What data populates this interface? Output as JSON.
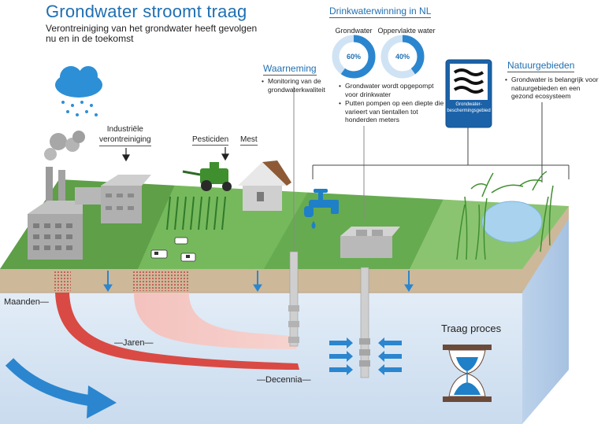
{
  "header": {
    "title": "Grondwater stroomt traag",
    "subtitle_line1": "Verontreiniging van het grondwater heeft gevolgen",
    "subtitle_line2": "nu en in de toekomst"
  },
  "pollution": {
    "industry_line1": "Industriële",
    "industry_line2": "verontreiniging",
    "pesticides": "Pesticiden",
    "manure": "Mest"
  },
  "observation": {
    "title": "Waarneming",
    "bullet_line1": "Monitoring van de",
    "bullet_line2": "grondwaterkwaliteit"
  },
  "drinking_water": {
    "title": "Drinkwaterwinning in NL",
    "donut_groundwater_label": "Grondwater",
    "donut_surface_label": "Oppervlakte water",
    "bullets": [
      "Grondwater wordt opgepompt voor drinkwater",
      "Putten pompen op een diepte die varieert van tientallen tot honderden meters"
    ]
  },
  "donut_values": {
    "groundwater": 60,
    "surface": 40
  },
  "donut_text": {
    "groundwater": "60%",
    "surface": "40%"
  },
  "sign": {
    "line1": "Grondwater-",
    "line2": "beschermingsgebied"
  },
  "nature": {
    "title": "Natuurgebieden",
    "bullet": "Grondwater is belangrijk voor natuurgebieden en een gezond ecosysteem"
  },
  "timescales": {
    "months": "Maanden",
    "years": "Jaren",
    "decades": "Decennia",
    "slow_process": "Traag proces"
  },
  "colors": {
    "title_blue": "#1f6fb2",
    "grass_green": "#5da84a",
    "soil_tan": "#cdb89a",
    "water_light": "#d4e4f2",
    "plume_red": "#d94a44",
    "plume_pink": "#f2b8b4",
    "arrow_blue": "#2b86cf"
  }
}
